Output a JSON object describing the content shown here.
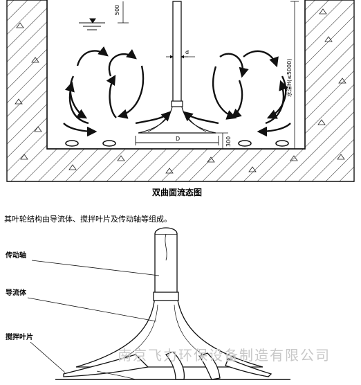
{
  "figure1": {
    "caption": "双曲面流态图",
    "dims": {
      "submergence": "500",
      "shaft_diameter": "d",
      "impeller_diameter": "D",
      "bottom_clearance": "300",
      "water_depth": "H(≤5000)",
      "water_depth_prefix": "水深"
    }
  },
  "intro": "其叶轮结构由导流体、搅拌叶片及传动轴等组成。",
  "figure2": {
    "labels": {
      "shaft": "传动轴",
      "guide_body": "导流体",
      "blade": "搅拌叶片"
    }
  },
  "watermark": "南京飞力环保设备制造有限公司"
}
